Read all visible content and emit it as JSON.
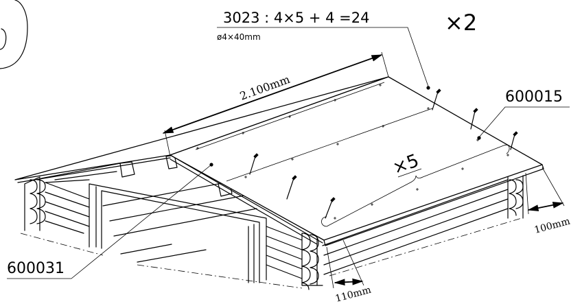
{
  "screw_spec": {
    "formula": "3023 : 4×5 + 4 =24",
    "size": "ø4×40mm"
  },
  "multiplier_top": "×2",
  "multiplier_row": "×5",
  "part_right": "600015",
  "part_left": "600031",
  "dimensions": {
    "length": "2.100mm",
    "overhang_side": "100mm",
    "overhang_front": "110mm"
  }
}
